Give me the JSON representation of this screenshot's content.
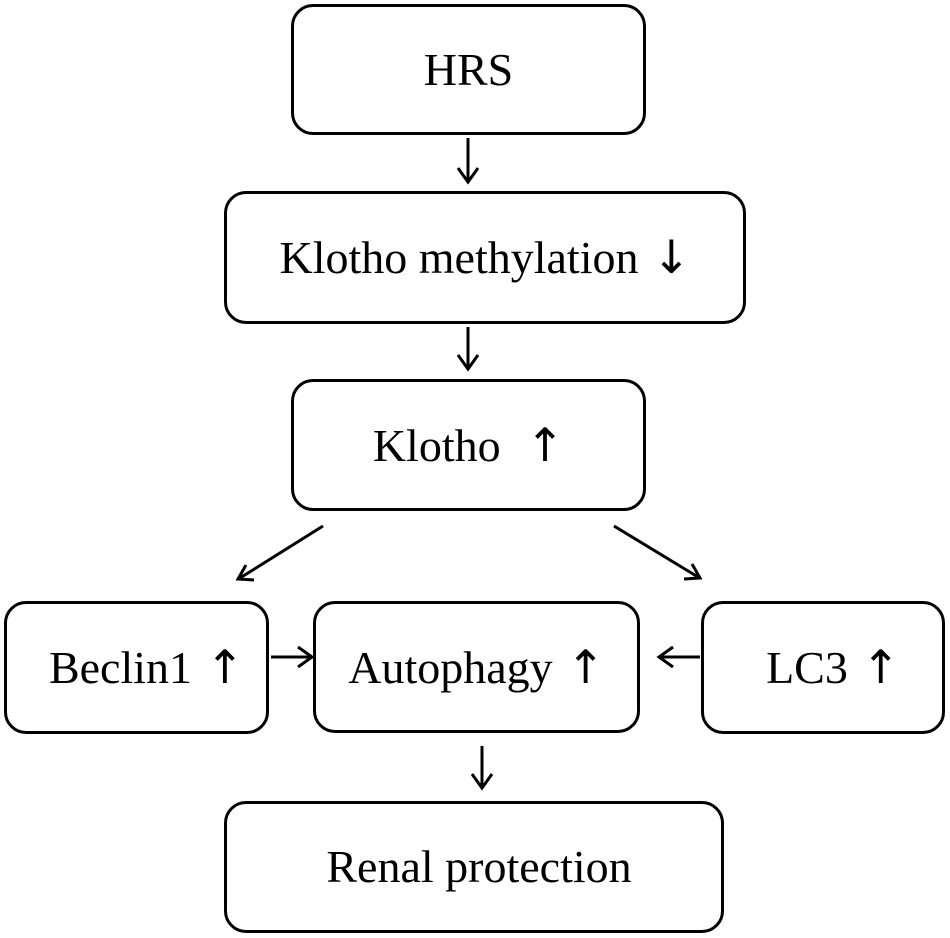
{
  "nodes": {
    "hrs": {
      "label": "HRS",
      "indicator": ""
    },
    "klotho_methylation": {
      "label": "Klotho methylation",
      "indicator": "↓"
    },
    "klotho": {
      "label": "Klotho ",
      "indicator": "↑"
    },
    "beclin1": {
      "label": "Beclin1",
      "indicator": "↑"
    },
    "autophagy": {
      "label": "Autophagy",
      "indicator": "↑"
    },
    "lc3": {
      "label": "LC3",
      "indicator": "↑"
    },
    "renal_protection": {
      "label": "Renal protection",
      "indicator": ""
    }
  },
  "edges": [
    {
      "from": "HRS",
      "to": "Klotho methylation"
    },
    {
      "from": "Klotho methylation",
      "to": "Klotho"
    },
    {
      "from": "Klotho",
      "to": "Beclin1"
    },
    {
      "from": "Klotho",
      "to": "LC3"
    },
    {
      "from": "Beclin1",
      "to": "Autophagy"
    },
    {
      "from": "LC3",
      "to": "Autophagy"
    },
    {
      "from": "Autophagy",
      "to": "Renal protection"
    }
  ]
}
